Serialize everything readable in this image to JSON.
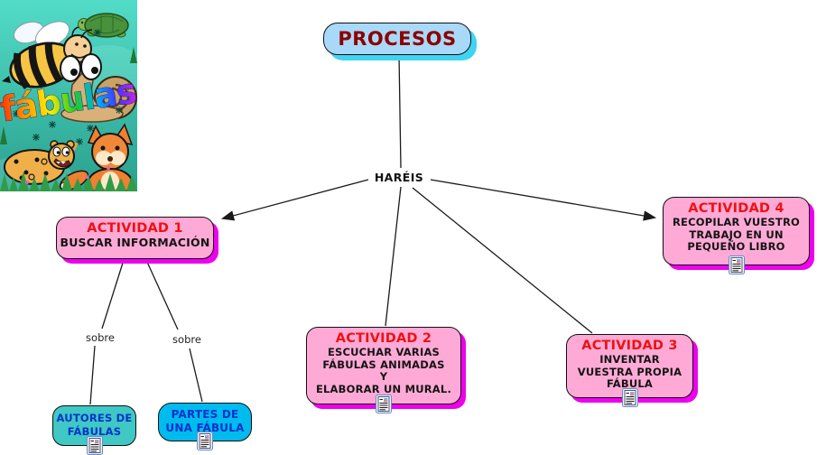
{
  "title_image": {
    "title": "fábulas",
    "description": "collage with bee, turtle, snail, leopard and fox on teal background"
  },
  "root": {
    "label": "PROCESOS"
  },
  "linking": {
    "label": "HARÉIS",
    "sub_left": "sobre",
    "sub_right": "sobre"
  },
  "activities": [
    {
      "title": "ACTIVIDAD 1",
      "lines": [
        "BUSCAR INFORMACIÓN"
      ]
    },
    {
      "title": "ACTIVIDAD 2",
      "lines": [
        "ESCUCHAR VARIAS",
        "FÁBULAS ANIMADAS",
        "Y",
        "ELABORAR UN MURAL."
      ]
    },
    {
      "title": "ACTIVIDAD 3",
      "lines": [
        "INVENTAR",
        "VUESTRA PROPIA",
        "FÁBULA"
      ]
    },
    {
      "title": "ACTIVIDAD 4",
      "lines": [
        "RECOPILAR VUESTRO",
        "TRABAJO EN UN",
        "PEQUEÑO LIBRO"
      ]
    }
  ],
  "sub_nodes": [
    {
      "lines": [
        "AUTORES DE",
        "FÁBULAS"
      ]
    },
    {
      "lines": [
        "PARTES DE",
        "UNA FÁBULA"
      ]
    }
  ],
  "icons": {
    "resource": "document-resource-icon"
  },
  "colors": {
    "root_fill": "#a9d9f8",
    "root_shadow": "#40d4f4",
    "root_text": "#8b0000",
    "activity_fill": "#ffaad6",
    "activity_shadow": "#ee00ee",
    "activity_title": "#ee1111",
    "autores_fill": "#3fc8c4",
    "partes_fill": "#00bbee",
    "subnode_text": "#0033cc",
    "line_color": "#1a1a1a"
  }
}
